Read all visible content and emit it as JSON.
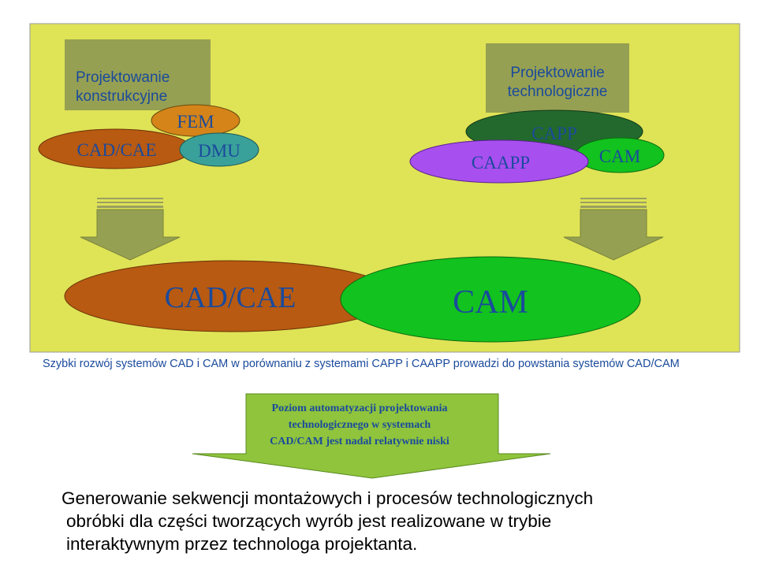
{
  "colors": {
    "panel_bg": "#dfe356",
    "box_bg": "#96a052",
    "cadcae_orange": "#b85a12",
    "fem_orange": "#d48418",
    "dmu_teal": "#3aa09a",
    "capp_green": "#23692e",
    "caapp_purple": "#a84ff0",
    "cam_green": "#12c21e",
    "arrow_fill": "#8fc43c",
    "text_blue": "#1a4a9c"
  },
  "left_group": {
    "title_lines": [
      "Projektowanie",
      "konstrukcyjne"
    ],
    "ellipses": {
      "fem": "FEM",
      "cadcae": "CAD/CAE",
      "dmu": "DMU"
    }
  },
  "right_group": {
    "title_lines": [
      "Projektowanie",
      "technologiczne"
    ],
    "ellipses": {
      "capp": "CAPP",
      "caapp": "CAAPP",
      "cam": "CAM"
    }
  },
  "merged": {
    "cadcae": "CAD/CAE",
    "cam": "CAM"
  },
  "note": "Szybki rozwój systemów CAD i CAM w porównaniu z systemami CAPP i CAAPP prowadzi do powstania systemów CAD/CAM",
  "arrow_text_lines": [
    "Poziom automatyzacji projektowania",
    "technologicznego  w systemach",
    "CAD/CAM jest nadal relatywnie niski"
  ],
  "footer_lines": [
    "Generowanie sekwencji montażowych i procesów technologicznych",
    "obróbki dla części tworzących wyrób  jest realizowane w trybie",
    "interaktywnym przez technologa projektanta."
  ]
}
